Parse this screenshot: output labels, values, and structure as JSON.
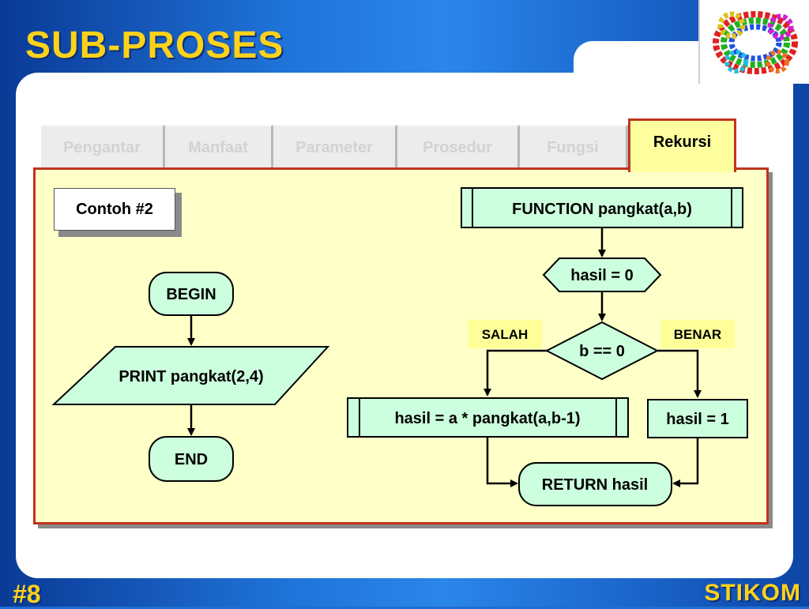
{
  "title": "SUB-PROSES",
  "tabs": [
    {
      "label": "Pengantar"
    },
    {
      "label": "Manfaat"
    },
    {
      "label": "Parameter"
    },
    {
      "label": "Prosedur"
    },
    {
      "label": "Fungsi"
    }
  ],
  "active_tab": "Rekursi",
  "example_label": "Contoh #2",
  "main_flow": {
    "begin": "BEGIN",
    "print": "PRINT pangkat(2,4)",
    "end": "END"
  },
  "function_flow": {
    "header": "FUNCTION pangkat(a,b)",
    "init": "hasil = 0",
    "condition": "b == 0",
    "false_label": "SALAH",
    "true_label": "BENAR",
    "false_branch": "hasil = a * pangkat(a,b-1)",
    "true_branch": "hasil = 1",
    "return": "RETURN hasil"
  },
  "colors": {
    "node_fill": "#ccffdd",
    "label_fill": "#ffff99",
    "title": "#ffd21a",
    "panel": "#ffffc8",
    "panel_border": "#c0341d"
  },
  "footer": {
    "slide_number": "#8",
    "brand": "STIKOM"
  },
  "logo": "gears-logo"
}
